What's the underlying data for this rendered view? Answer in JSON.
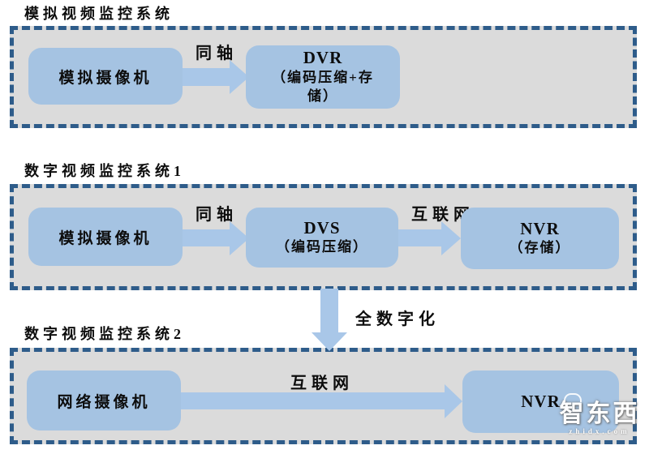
{
  "colors": {
    "dashed_border": "#2e5c8a",
    "panel_background": "#dbdbdb",
    "node_blue": "#a5c3e2",
    "arrow_blue": "#a9c7e8",
    "text": "#0d0d0d",
    "watermark": "#ffffff"
  },
  "sections": {
    "analog": {
      "title": "模拟视频监控系统",
      "camera_label": "模拟摄像机",
      "link_label": "同轴",
      "recorder_title": "DVR",
      "recorder_subtitle": "（编码压缩+存储）"
    },
    "digital1": {
      "title": "数字视频监控系统1",
      "camera_label": "模拟摄像机",
      "link1_label": "同轴",
      "encoder_title": "DVS",
      "encoder_subtitle": "（编码压缩）",
      "link2_label": "互联网",
      "recorder_title": "NVR",
      "recorder_subtitle": "（存储）"
    },
    "digital2": {
      "title": "数字视频监控系统2",
      "camera_label": "网络摄像机",
      "link_label": "互联网",
      "recorder_title": "NVR"
    }
  },
  "transition": {
    "label": "全数字化"
  },
  "watermark": {
    "brand": "智东西",
    "domain": "zhidx.com"
  }
}
